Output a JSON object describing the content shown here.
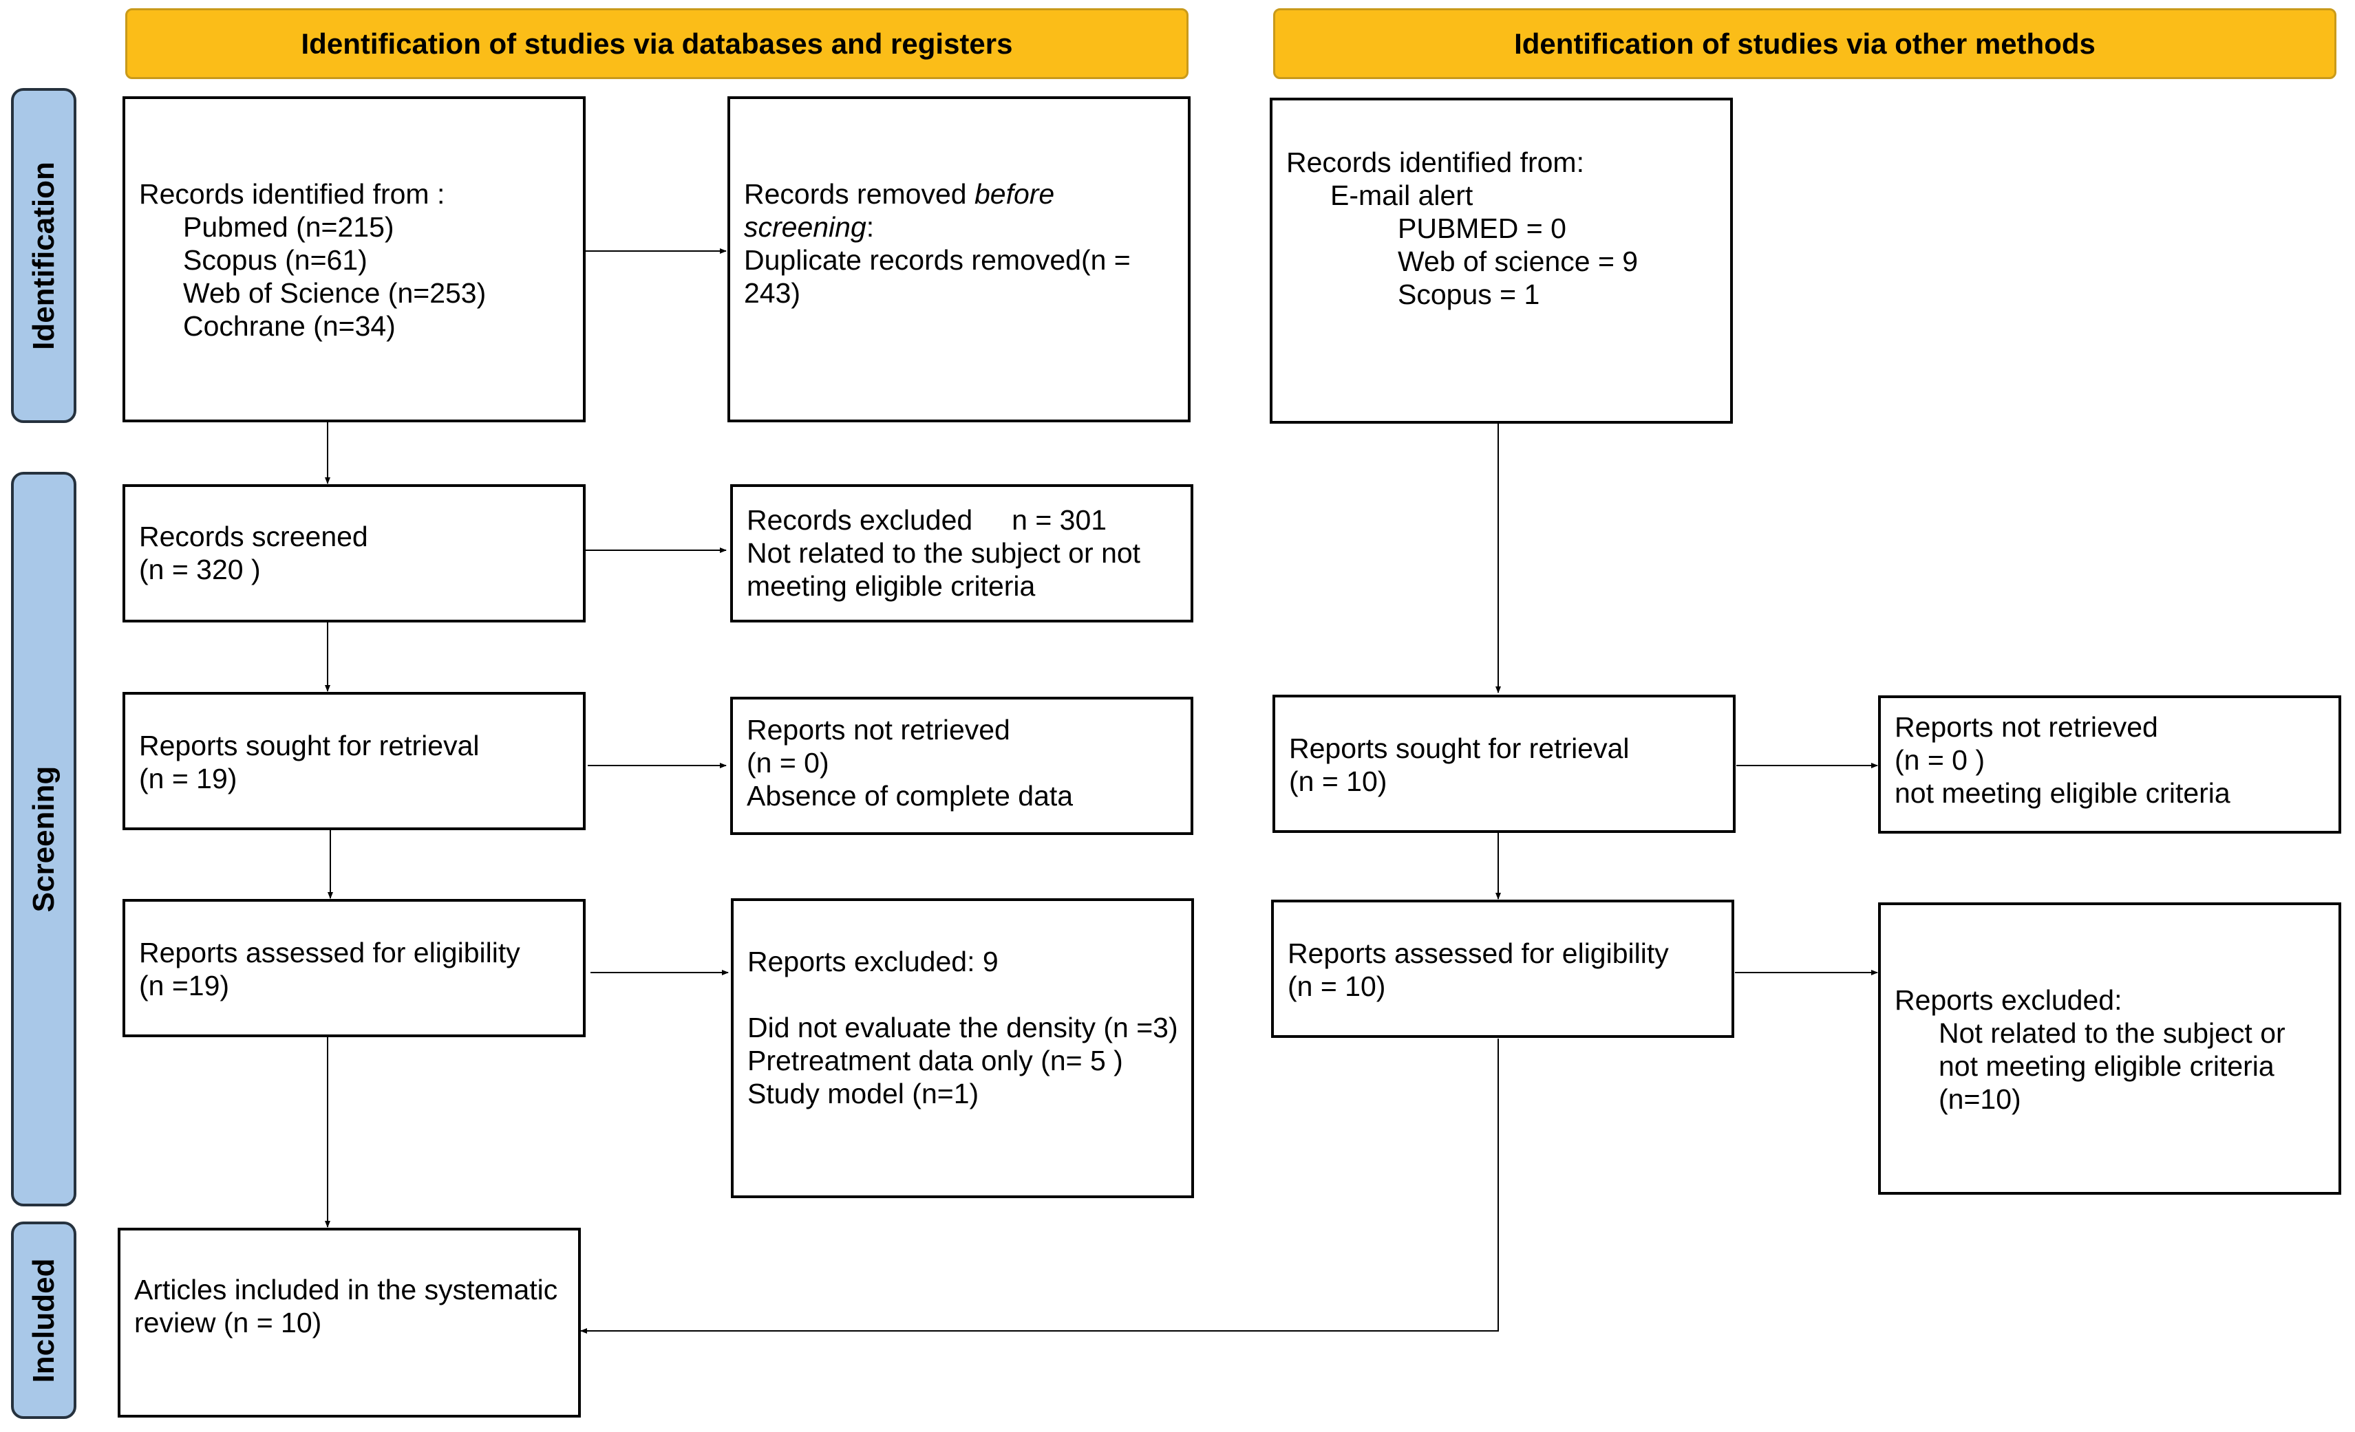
{
  "headers": {
    "databases": "Identification of studies via databases and registers",
    "other": "Identification of studies via other methods"
  },
  "phases": {
    "identification": "Identification",
    "screening": "Screening",
    "included": "Included"
  },
  "left": {
    "identified": {
      "title": "Records identified from :",
      "sources": [
        "Pubmed (n=215)",
        "Scopus (n=61)",
        "Web of Science (n=253)",
        "Cochrane (n=34)"
      ]
    },
    "removed": {
      "line1_pre": "Records removed ",
      "line1_em": "before",
      "line2_em": "screening",
      "line2_post": ":",
      "line3": "Duplicate records removed(n =",
      "line4": "243)"
    },
    "screened": {
      "line1": "Records screened",
      "line2": "(n = 320 )"
    },
    "excluded": {
      "line1": "Records excluded     n = 301",
      "line2": "Not related to the subject or not",
      "line3": "meeting eligible criteria"
    },
    "sought": {
      "line1": "Reports sought for retrieval",
      "line2": "(n = 19)"
    },
    "not_retrieved": {
      "line1": "Reports not retrieved",
      "line2": "(n = 0)",
      "line3": "Absence of complete data"
    },
    "assessed": {
      "line1": "Reports assessed for eligibility",
      "line2": "(n =19)"
    },
    "reports_excluded": {
      "title": "Reports excluded: 9",
      "reasons": [
        "Did not evaluate the density (n =3)",
        "Pretreatment data only (n= 5 )",
        "Study model (n=1)"
      ]
    },
    "included": {
      "line1": "Articles included in the systematic",
      "line2": "review (n = 10)"
    }
  },
  "right": {
    "identified": {
      "title": "Records identified from:",
      "subtitle": "E-mail alert",
      "sources": [
        "PUBMED = 0",
        "Web of science = 9",
        "Scopus = 1"
      ]
    },
    "sought": {
      "line1": "Reports sought for retrieval",
      "line2": "(n = 10)"
    },
    "not_retrieved": {
      "line1": "Reports not retrieved",
      "line2": "(n = 0 )",
      "line3": "not meeting eligible criteria"
    },
    "assessed": {
      "line1": "Reports assessed for eligibility",
      "line2": "(n = 10)"
    },
    "reports_excluded": {
      "title": "Reports excluded:",
      "reasons": [
        "Not related to the subject or",
        "not meeting eligible criteria",
        "(n=10)"
      ]
    }
  }
}
